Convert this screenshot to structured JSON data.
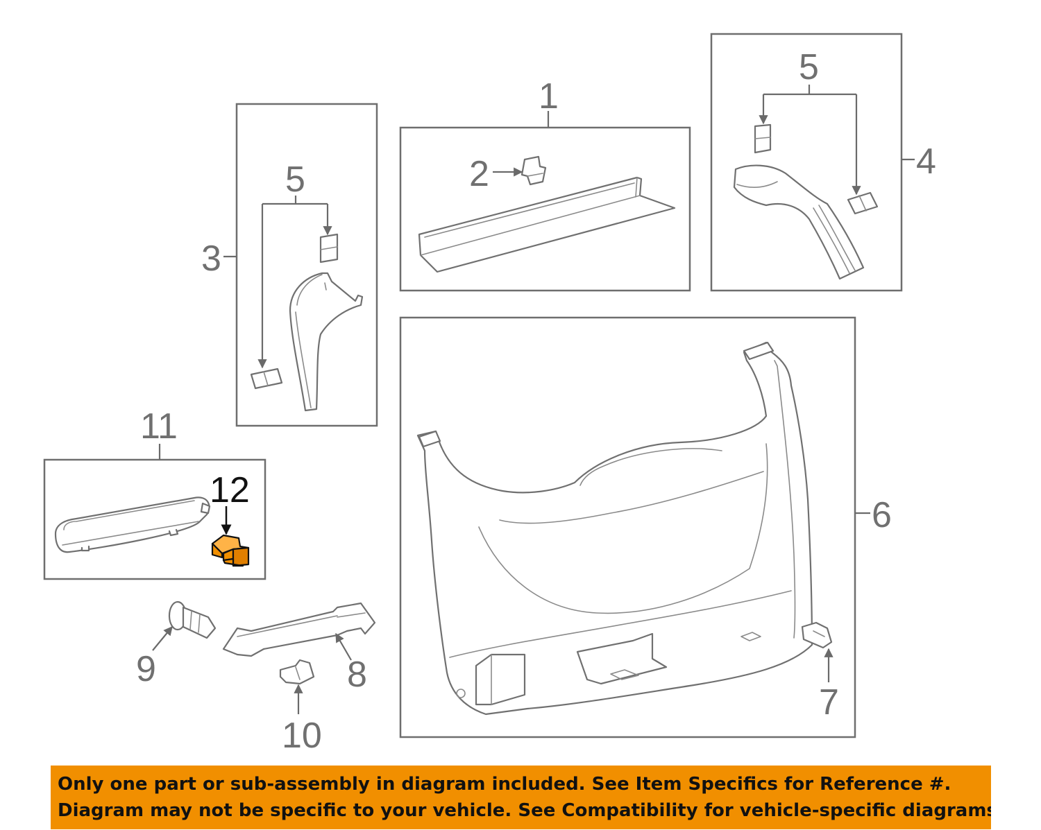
{
  "diagram": {
    "callouts": {
      "c1": "1",
      "c2": "2",
      "c3": "3",
      "c4": "4",
      "c5a": "5",
      "c5b": "5",
      "c6": "6",
      "c7": "7",
      "c8": "8",
      "c9": "9",
      "c10": "10",
      "c11": "11",
      "c12": "12"
    },
    "highlighted_part": "12",
    "colors": {
      "highlight": "#f18f00",
      "banner": "#f18f00",
      "line_art": "#707070"
    }
  },
  "disclaimer": {
    "line1": "Only one part or sub-assembly in diagram included. See Item Specifics for Reference #.",
    "line2": "Diagram may not be specific to your vehicle. See Compatibility for vehicle-specific diagrams."
  }
}
